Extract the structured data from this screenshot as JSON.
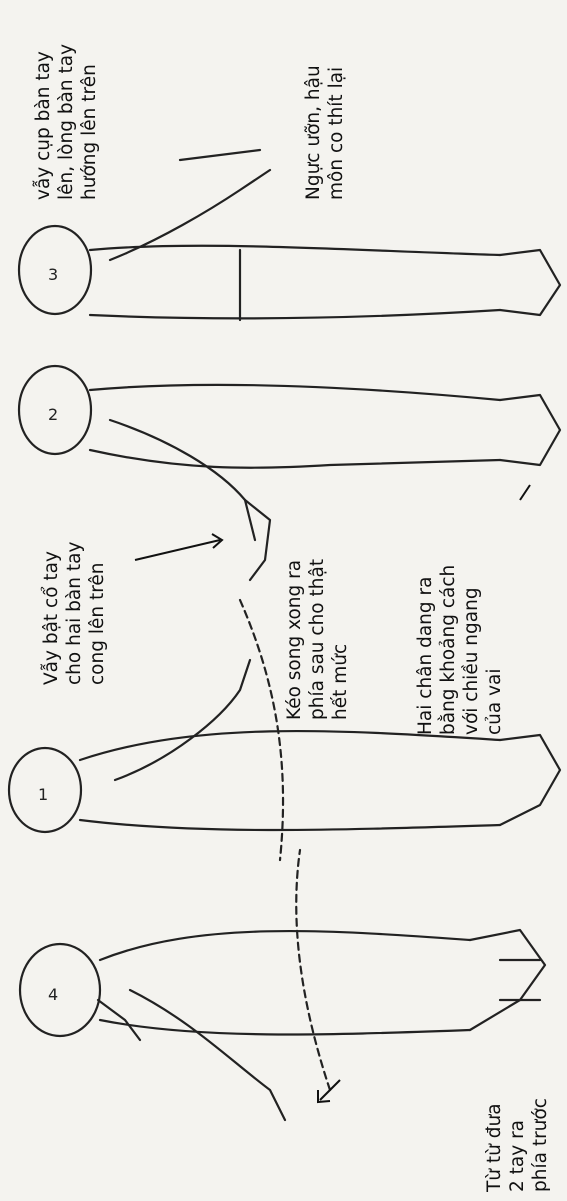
{
  "colors": {
    "background": "#f4f3ef",
    "ink": "#222222"
  },
  "captions": [
    {
      "id": "cap-1",
      "lines": [
        "Từ từ đưa",
        "2 tay ra",
        "phía trước"
      ]
    },
    {
      "id": "cap-2",
      "lines": [
        "Kéo song xong ra",
        "phía sau cho thật",
        "hết mức"
      ]
    },
    {
      "id": "cap-3",
      "lines": [
        "Hai chân dang ra",
        "bằng khoảng cách",
        "với chiều ngang",
        "của vai"
      ]
    },
    {
      "id": "cap-4",
      "lines": [
        "Vẫy bật cổ tay",
        "cho hai bàn tay",
        "cong lên trên"
      ]
    },
    {
      "id": "cap-5",
      "lines": [
        "vẫy cụp bàn tay",
        "lên, lòng bàn tay",
        "hướng lên trên"
      ]
    },
    {
      "id": "cap-6",
      "lines": [
        "Ngực ưỡn, hậu",
        "môn co thít lại"
      ]
    }
  ],
  "figure_numbers": [
    "4",
    "1",
    "2",
    "3"
  ]
}
